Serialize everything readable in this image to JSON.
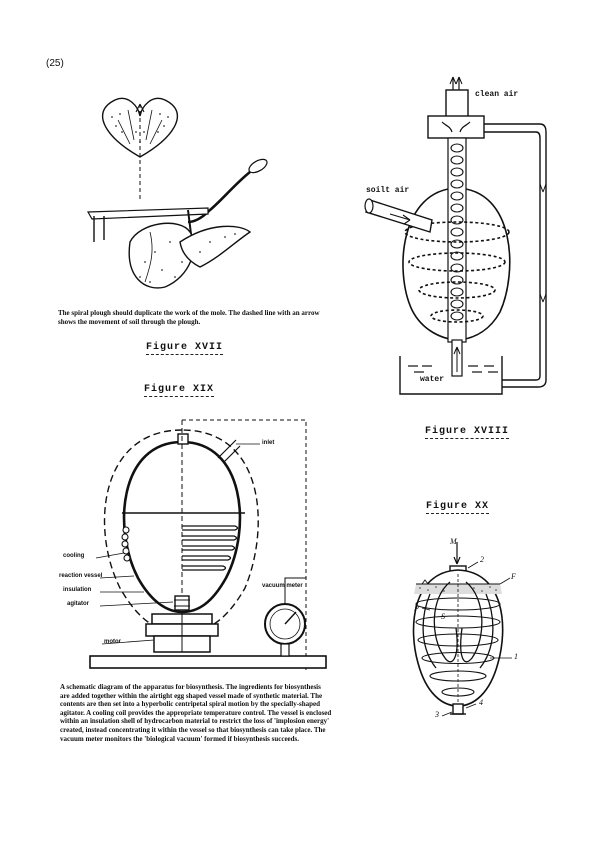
{
  "page_number": "(25)",
  "figure_xvii": {
    "title": "Figure XVII",
    "caption": "The spiral plough should duplicate the work of the mole. The dashed line with an arrow shows the movement of soil through the plough."
  },
  "figure_xviii": {
    "title": "Figure XVIII",
    "labels": {
      "clean_air": "clean air",
      "soil_air": "soilt air",
      "water": "water"
    }
  },
  "figure_xix": {
    "title": "Figure XIX",
    "labels": {
      "inlet": "inlet",
      "cooling": "cooling",
      "reaction_vessel": "reaction vessel",
      "insulation": "insulation",
      "agitator": "agitator",
      "vacuum_meter": "vacuum meter",
      "motor": "motor"
    },
    "caption": "A schematic diagram of the apparatus for biosynthesis. The ingredients for biosynthesis are added together within the airtight egg shaped vessel made of synthetic material. The contents are then set into a hyperbolic centripetal spiral motion by the specially-shaped agitator. A cooling coil provides the appropriate temperature control. The vessel is enclosed within an insulation shell of hydrocarbon material to restrict the loss of 'implosion energy' created, instead concentrating it within the vessel so that biosynthesis can take place. The vacuum meter monitors the 'biological vacuum' formed if biosynthesis succeeds."
  },
  "figure_xx": {
    "title": "Figure XX",
    "labels": {
      "m": "M",
      "two": "2",
      "f": "F",
      "p": "P",
      "s": "S",
      "one": "1",
      "three": "3",
      "four": "4"
    }
  }
}
